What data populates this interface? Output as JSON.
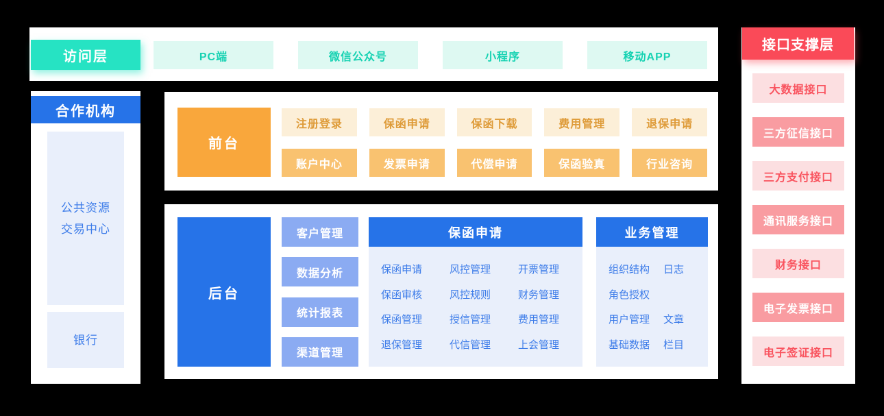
{
  "access_layer": {
    "title": "访问层",
    "items": [
      "PC端",
      "微信公众号",
      "小程序",
      "移动APP"
    ]
  },
  "partners": {
    "title": "合作机构",
    "org_line1": "公共资源",
    "org_line2": "交易中心",
    "bank": "银行"
  },
  "front_desk": {
    "title": "前台",
    "row1": [
      "注册登录",
      "保函申请",
      "保函下载",
      "费用管理",
      "退保申请"
    ],
    "row2": [
      "账户中心",
      "发票申请",
      "代偿申请",
      "保函验真",
      "行业咨询"
    ]
  },
  "back_desk": {
    "title": "后台",
    "side_items": [
      "客户管理",
      "数据分析",
      "统计报表",
      "渠道管理"
    ],
    "guarantee_group": {
      "title": "保函申请",
      "items": [
        "保函申请",
        "风控管理",
        "开票管理",
        "保函审核",
        "风控规则",
        "财务管理",
        "保函管理",
        "授信管理",
        "费用管理",
        "退保管理",
        "代信管理",
        "上会管理"
      ]
    },
    "business_group": {
      "title": "业务管理",
      "rows": [
        [
          "组织结构",
          "日志"
        ],
        [
          "角色授权"
        ],
        [
          "用户管理",
          "文章"
        ],
        [
          "基础数据",
          "栏目"
        ]
      ]
    }
  },
  "interface_layer": {
    "title": "接口支撑层",
    "items": [
      {
        "label": "大数据接口",
        "variant": "light"
      },
      {
        "label": "三方征信接口",
        "variant": "dark"
      },
      {
        "label": "三方支付接口",
        "variant": "light"
      },
      {
        "label": "通讯服务接口",
        "variant": "dark"
      },
      {
        "label": "财务接口",
        "variant": "light"
      },
      {
        "label": "电子发票接口",
        "variant": "dark"
      },
      {
        "label": "电子签证接口",
        "variant": "light"
      }
    ]
  },
  "colors": {
    "teal": "#26e3c3",
    "teal_light": "#def9f2",
    "teal_text": "#16d2b2",
    "blue": "#2673e8",
    "blue_light_bg": "#e9effb",
    "blue_text": "#3d7ce9",
    "blue_button": "#8babf2",
    "orange": "#f9a73c",
    "cream": "#fcefd8",
    "cream_text": "#de9b38",
    "orange_mid": "#f9c270",
    "red": "#fa4a58",
    "pink_light": "#fcdfe1",
    "pink_text": "#f9545f",
    "salmon": "#f99ca1",
    "background": "#000000",
    "panel": "#ffffff"
  }
}
